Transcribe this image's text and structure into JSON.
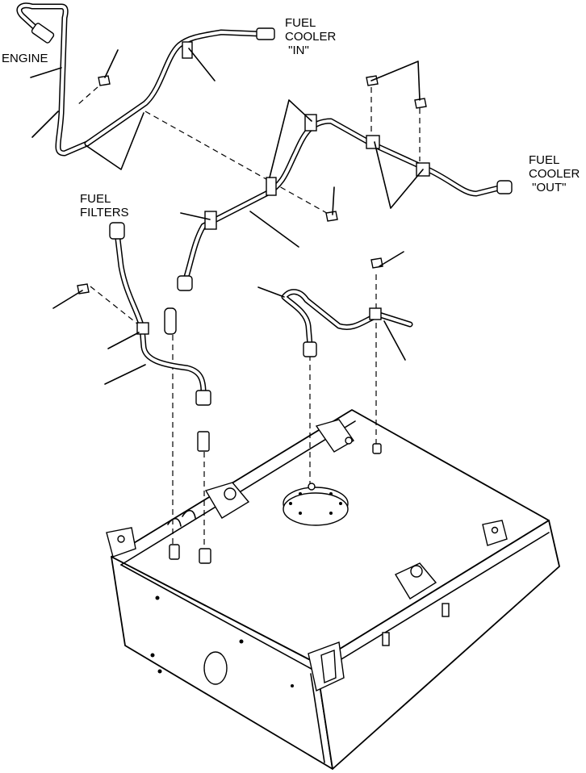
{
  "labels": {
    "engine": "ENGINE",
    "fuel_cooler_in": "FUEL\nCOOLER\n \"IN\"",
    "fuel_cooler_out": "FUEL\nCOOLER\n \"OUT\"",
    "fuel_filters": "FUEL\nFILTERS"
  }
}
